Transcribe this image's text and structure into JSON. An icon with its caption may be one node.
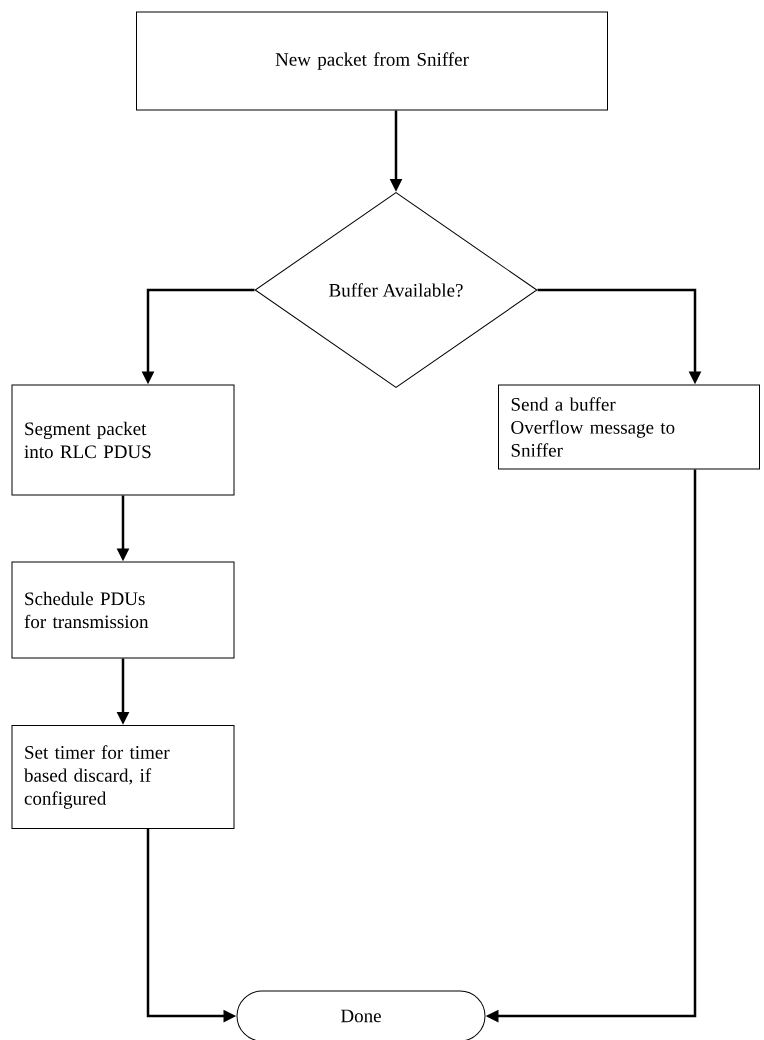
{
  "diagram": {
    "nodes": [
      {
        "text": [
          "New packet from Sniffer"
        ]
      },
      {
        "text": [
          "Buffer Available?"
        ]
      },
      {
        "text": [
          "Segment packet into RLC PDUS"
        ]
      },
      {
        "text": [
          "Send a buffer Overflow message to Sniffer"
        ]
      },
      {
        "text": [
          "Schedule PDUs for transmission"
        ]
      },
      {
        "text": [
          "Set timer for timer based discard, if configured"
        ]
      },
      {
        "text": [
          "Done"
        ]
      }
    ],
    "edges": [
      {
        "from": 0,
        "to": 1,
        "arrow": "to"
      },
      {
        "from": 1,
        "to": 2,
        "arrow": "to"
      },
      {
        "from": 1,
        "to": 3,
        "arrow": "to"
      },
      {
        "from": 2,
        "to": 4,
        "arrow": "to"
      },
      {
        "from": 4,
        "to": 5,
        "arrow": "to"
      },
      {
        "from": 5,
        "to": 6,
        "arrow": "to"
      },
      {
        "from": 3,
        "to": 6,
        "arrow": "to"
      }
    ]
  }
}
